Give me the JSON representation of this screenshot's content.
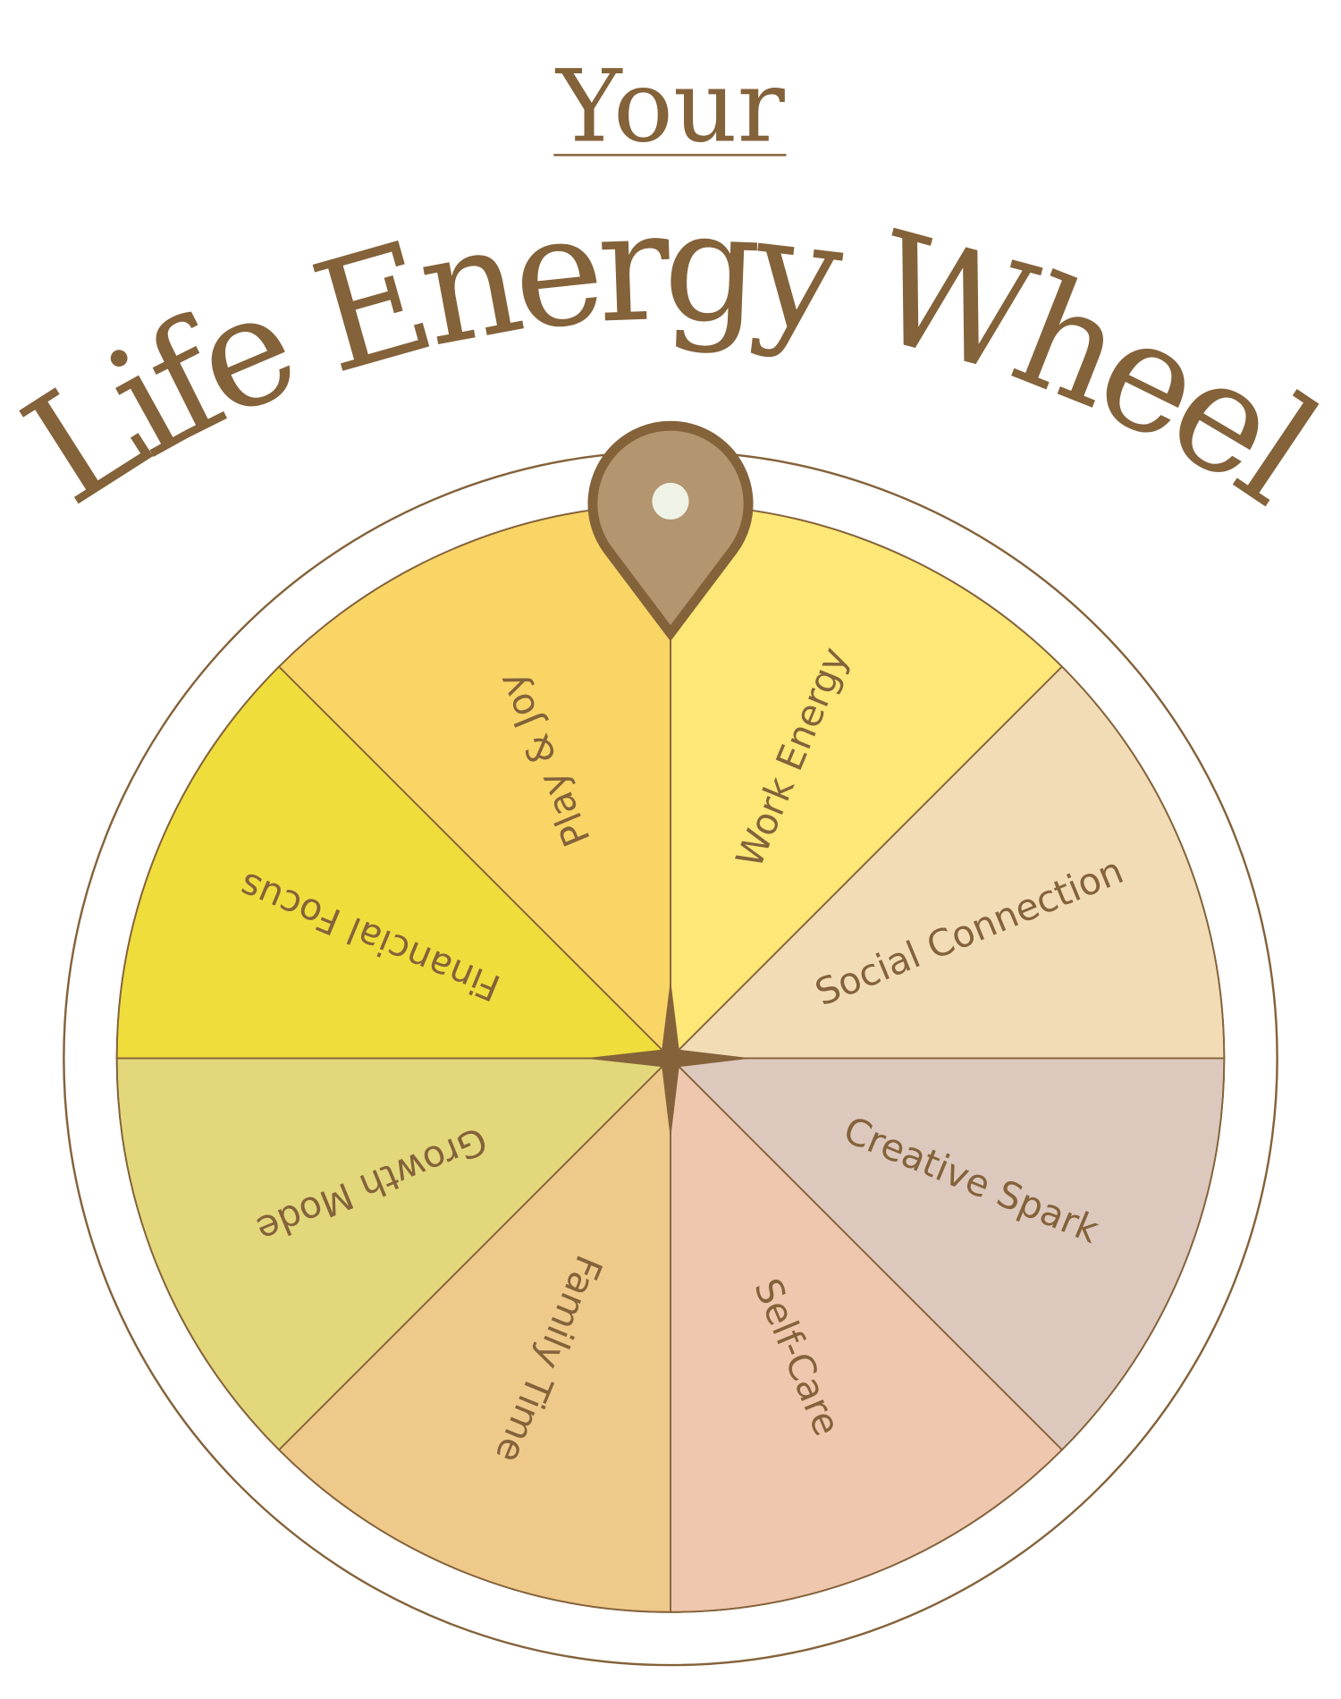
{
  "header": {
    "subtitle": "Your",
    "title": "Life Energy Wheel"
  },
  "colors": {
    "ink": "#84623a",
    "pin_fill": "#b39570",
    "pin_dot": "#eff3e6"
  },
  "wheel": {
    "segments": [
      {
        "label": "Work Energy",
        "color": "#fde776"
      },
      {
        "label": "Social Connection",
        "color": "#f1dcb6"
      },
      {
        "label": "Creative Spark",
        "color": "#dcc8bd"
      },
      {
        "label": "Self-Care",
        "color": "#efc7ae"
      },
      {
        "label": "Family Time",
        "color": "#eec98a"
      },
      {
        "label": "Growth Mode",
        "color": "#e2d77a"
      },
      {
        "label": "Financial Focus",
        "color": "#efdd3c"
      },
      {
        "label": "Play & Joy",
        "color": "#f8d565"
      }
    ]
  }
}
